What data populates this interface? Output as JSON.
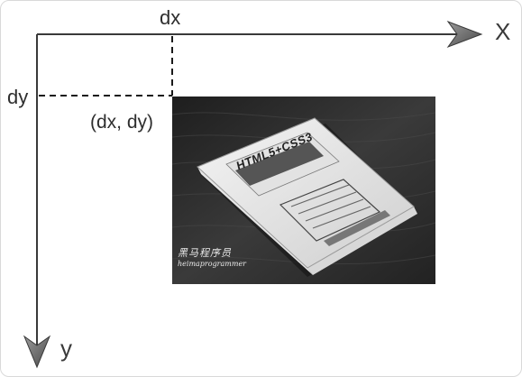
{
  "labels": {
    "dx": "dx",
    "dy": "dy",
    "point": "(dx, dy)",
    "x_axis": "X",
    "y_axis": "y"
  },
  "photo": {
    "book_title": "HTML5+CSS3",
    "signature_cn": "黑马程序员",
    "signature_en": "heimaprogrammer"
  },
  "colors": {
    "axis": "#3a3a3a",
    "dashed": "#1a1a1a",
    "background": "#ffffff"
  }
}
